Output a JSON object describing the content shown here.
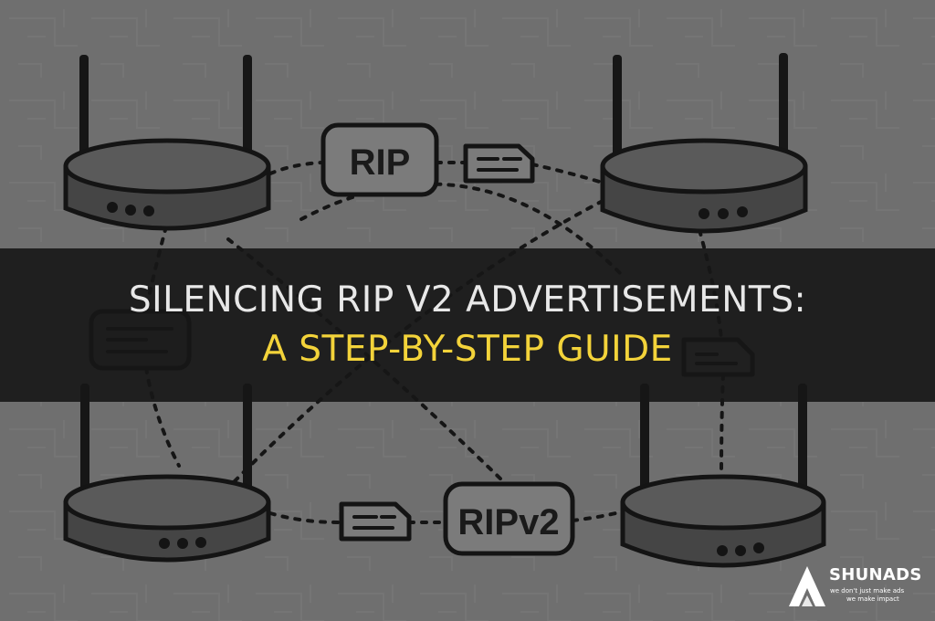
{
  "title": {
    "line1": "SILENCING RIP V2 ADVERTISEMENTS:",
    "line2": "A STEP-BY-STEP GUIDE"
  },
  "diagram": {
    "label_top": "RIP",
    "label_bottom": "RIPv2"
  },
  "brand": {
    "name": "SHUNADS",
    "tagline_1": "we don't just make ads",
    "tagline_2": "we make impact"
  },
  "colors": {
    "background": "#6f6f6f",
    "banner": "#161616",
    "title_line1": "#e8e8e8",
    "title_line2": "#f3d33a",
    "router_body": "#4a4a4a",
    "outline": "#141414"
  }
}
